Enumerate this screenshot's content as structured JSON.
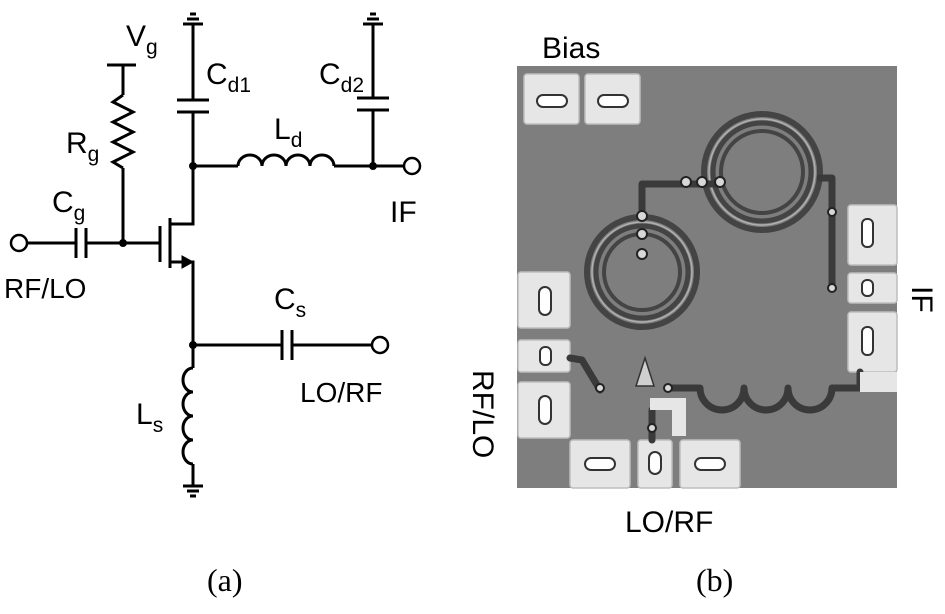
{
  "schematic": {
    "vg": {
      "main": "V",
      "sub": "g"
    },
    "rg": {
      "main": "R",
      "sub": "g"
    },
    "cg": {
      "main": "C",
      "sub": "g"
    },
    "cd1": {
      "main": "C",
      "sub": "d1"
    },
    "cd2": {
      "main": "C",
      "sub": "d2"
    },
    "ld": {
      "main": "L",
      "sub": "d"
    },
    "cs": {
      "main": "C",
      "sub": "s"
    },
    "ls": {
      "main": "L",
      "sub": "s"
    },
    "port_if": "IF",
    "port_rflo": "RF/LO",
    "port_lorf": "LO/RF"
  },
  "chip": {
    "label_bias": "Bias",
    "label_rflo": "RF/LO",
    "label_lorf": "LO/RF",
    "label_if": "IF"
  },
  "captions": {
    "a": "(a)",
    "b": "(b)"
  },
  "colors": {
    "chip_bg": "#7e7e7e",
    "pad": "#e6e6e6"
  }
}
